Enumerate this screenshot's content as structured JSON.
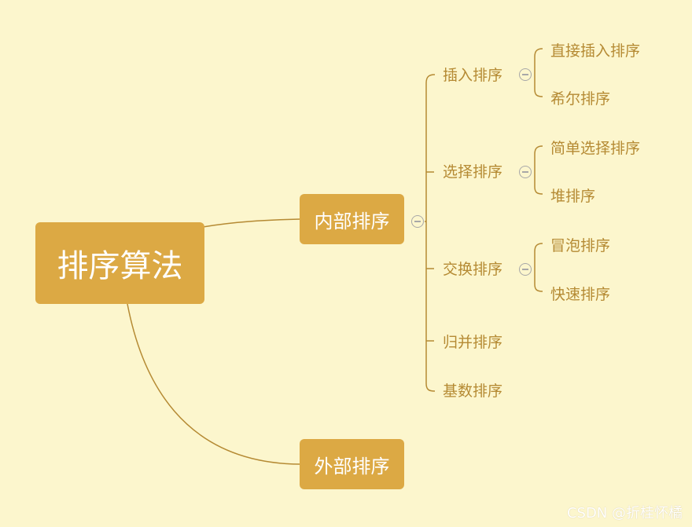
{
  "root": {
    "label": "排序算法"
  },
  "inner": {
    "label": "内部排序"
  },
  "outer": {
    "label": "外部排序"
  },
  "categories": [
    {
      "label": "插入排序",
      "children": [
        "直接插入排序",
        "希尔排序"
      ]
    },
    {
      "label": "选择排序",
      "children": [
        "简单选择排序",
        "堆排序"
      ]
    },
    {
      "label": "交换排序",
      "children": [
        "冒泡排序",
        "快速排序"
      ]
    },
    {
      "label": "归并排序",
      "children": []
    },
    {
      "label": "基数排序",
      "children": []
    }
  ],
  "watermark": "CSDN @折桂怀橘",
  "colors": {
    "background": "#fcf6cd",
    "node": "#dca944",
    "line": "#b58a33",
    "text": "#b58a33"
  }
}
